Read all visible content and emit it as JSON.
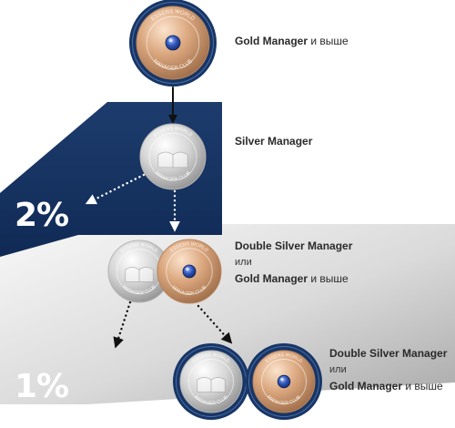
{
  "colors": {
    "navy": "#173666",
    "gold": "#d7a27a",
    "silver": "#cdcdcd",
    "gem": "#2f55b8",
    "text": "#2a2a2a",
    "white": "#ffffff"
  },
  "badge_text": {
    "top": "ESSENS WORLD",
    "bottom": "MANAGER CLUB"
  },
  "percentages": {
    "upper": "2%",
    "lower": "1%"
  },
  "labels": {
    "top": {
      "bold": "Gold Manager",
      "rest": " и выше"
    },
    "silver": {
      "bold": "Silver Manager"
    },
    "middle": {
      "line1": "Double Silver Manager",
      "or": "или",
      "line3_bold": "Gold Manager",
      "line3_rest": " и выше"
    },
    "bottom": {
      "line1": "Double Silver Manager",
      "or": "или",
      "line3_bold": "Gold Manager",
      "line3_rest": " и выше"
    }
  }
}
